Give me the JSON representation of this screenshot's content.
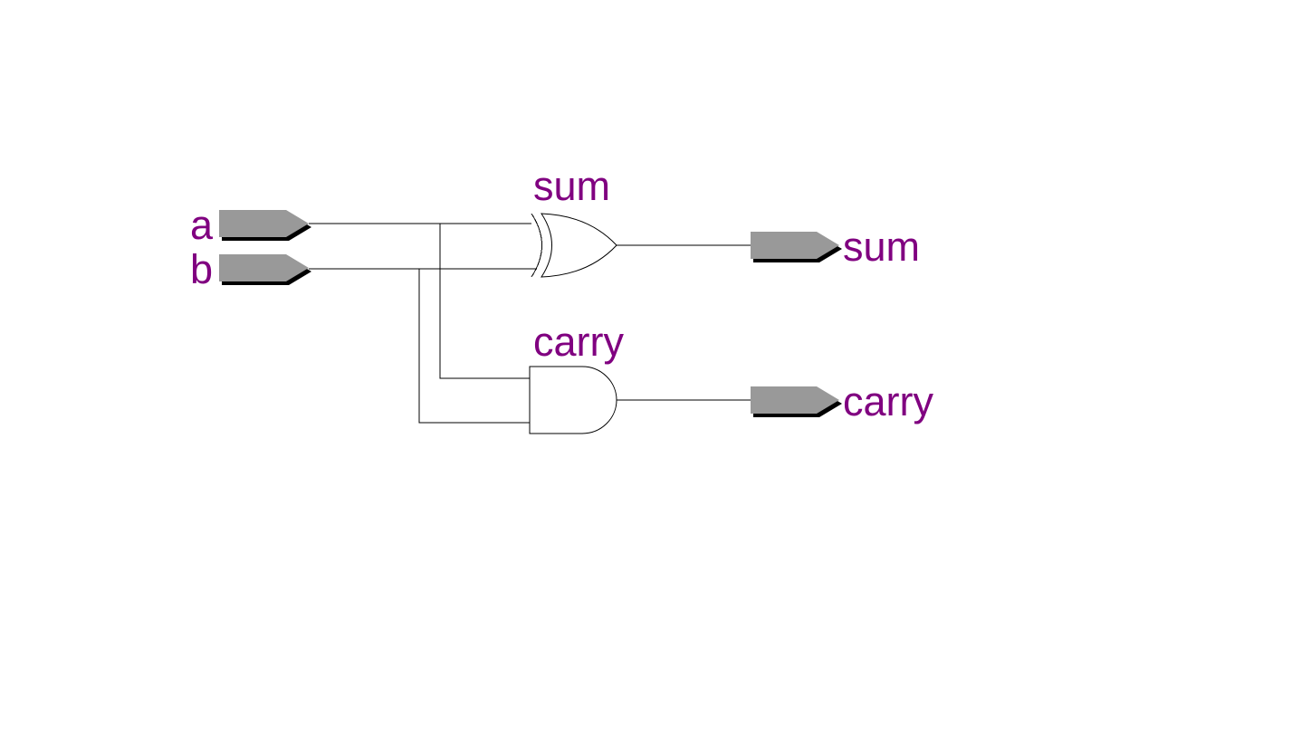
{
  "colors": {
    "label": "#800080",
    "port_fill": "#999999",
    "wire": "#000000"
  },
  "inputs": [
    {
      "name": "a"
    },
    {
      "name": "b"
    }
  ],
  "gates": [
    {
      "type": "xor-gate",
      "instance_label": "sum"
    },
    {
      "type": "and-gate",
      "instance_label": "carry"
    }
  ],
  "outputs": [
    {
      "name": "sum"
    },
    {
      "name": "carry"
    }
  ]
}
